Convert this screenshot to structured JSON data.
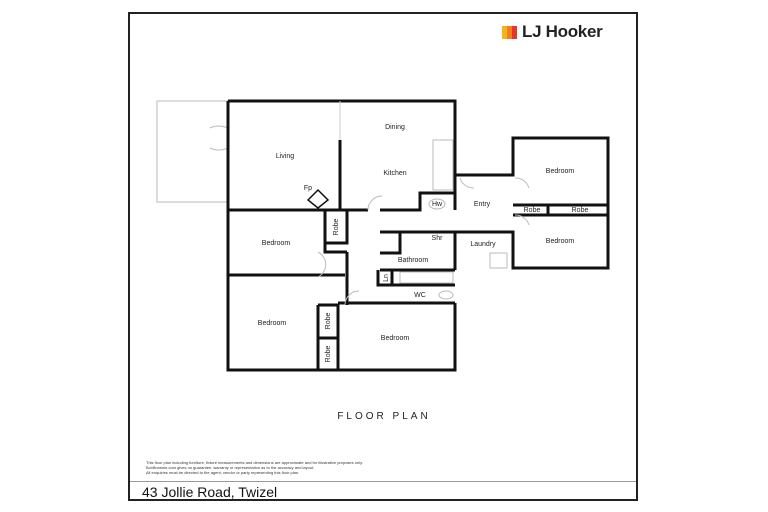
{
  "brand": {
    "name": "LJ Hooker",
    "colors": [
      "#f6b21b",
      "#f07f1f",
      "#e8352a"
    ]
  },
  "plan": {
    "title": "FLOOR PLAN",
    "rooms": {
      "living": "Living",
      "fireplace": "Fp",
      "dining": "Dining",
      "kitchen": "Kitchen",
      "hot_water": "Hw",
      "entry": "Entry",
      "laundry": "Laundry",
      "bedroom_ne": "Bedroom",
      "robe_ne1": "Robe",
      "robe_ne2": "Robe",
      "bedroom_e": "Bedroom",
      "bedroom_w1": "Bedroom",
      "robe_w1": "Robe",
      "shower": "Shr",
      "bathroom": "Bathroom",
      "linen": "Ln",
      "wc": "WC",
      "bedroom_w2": "Bedroom",
      "robe_w2a": "Robe",
      "robe_w2b": "Robe",
      "bedroom_s": "Bedroom"
    }
  },
  "disclaimer": [
    "This floor plan including furniture, fixture measurements and dimensions are approximate and for illustrative purposes only.",
    "BoxBrownie.com gives no guarantee, warranty or representation as to the accuracy and layout.",
    "All enquiries must be directed to the agent, vendor or party representing this floor plan."
  ],
  "address": "43 Jollie Road, Twizel"
}
